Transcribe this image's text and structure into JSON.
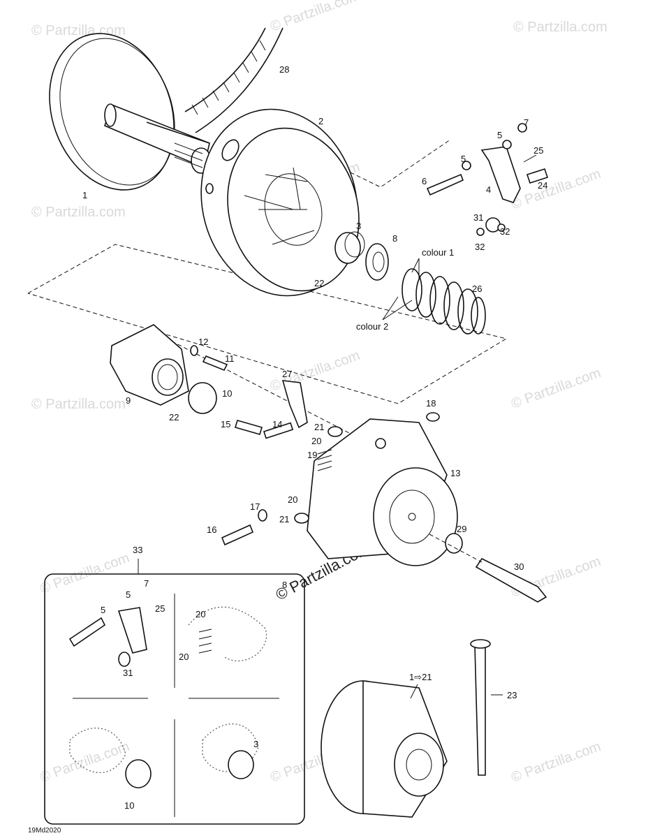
{
  "watermarks": {
    "text": "© Partzilla.com",
    "center_text": "© Partzilla.com"
  },
  "callouts": {
    "p1": "1",
    "p2": "2",
    "p3": "3",
    "p4": "4",
    "p5a": "5",
    "p5b": "5",
    "p6": "6",
    "p7": "7",
    "p8": "8",
    "p9": "9",
    "p10": "10",
    "p11": "11",
    "p12": "12",
    "p13": "13",
    "p14": "14",
    "p15": "15",
    "p16": "16",
    "p17": "17",
    "p18": "18",
    "p19": "19",
    "p20a": "20",
    "p20b": "20",
    "p21a": "21",
    "p21b": "21",
    "p22a": "22",
    "p22b": "22",
    "p23": "23",
    "p24": "24",
    "p25": "25",
    "p26": "26",
    "p27": "27",
    "p28": "28",
    "p29": "29",
    "p30": "30",
    "p31": "31",
    "p32a": "32",
    "p32b": "32",
    "p33": "33",
    "colour1": "colour 1",
    "colour2": "colour 2",
    "range": "1⇨21"
  },
  "inset": {
    "labels": {
      "i5a": "5",
      "i5b": "5",
      "i7": "7",
      "i25": "25",
      "i31": "31",
      "i20a": "20",
      "i20b": "20",
      "i3": "3",
      "i10": "10",
      "i8": "8"
    }
  },
  "figure_code": "19Md2020"
}
